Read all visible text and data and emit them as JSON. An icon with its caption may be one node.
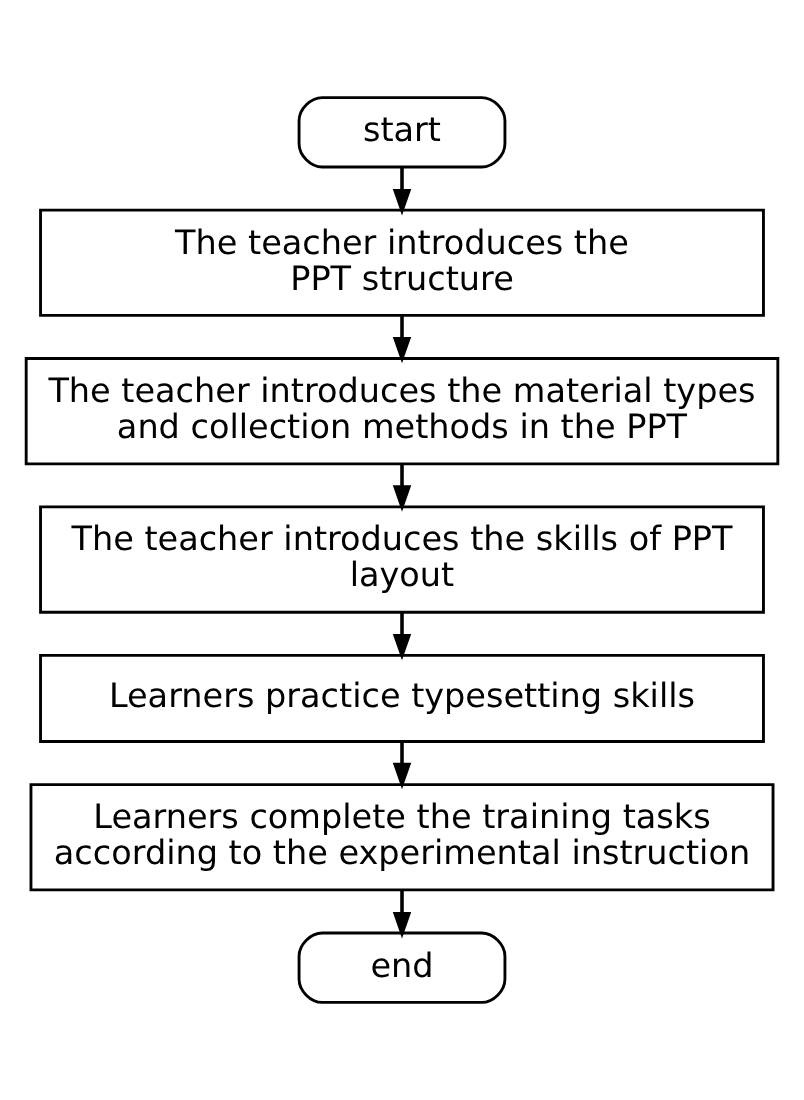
{
  "diagram": {
    "nodes": [
      {
        "text": [
          "start"
        ]
      },
      {
        "text": [
          "The teacher introduces the PPT structure"
        ]
      },
      {
        "text": [
          "The teacher introduces the material types and collection methods in the PPT"
        ]
      },
      {
        "text": [
          "The teacher introduces the skills of PPT layout"
        ]
      },
      {
        "text": [
          "Learners practice typesetting skills"
        ]
      },
      {
        "text": [
          "Learners complete the training tasks according to the experimental instruction"
        ]
      },
      {
        "text": [
          "end"
        ]
      }
    ],
    "edges": [
      {
        "from": 0,
        "to": 1,
        "arrow": "to"
      },
      {
        "from": 1,
        "to": 2,
        "arrow": "to"
      },
      {
        "from": 2,
        "to": 3,
        "arrow": "to"
      },
      {
        "from": 3,
        "to": 4,
        "arrow": "to"
      },
      {
        "from": 4,
        "to": 5,
        "arrow": "to"
      },
      {
        "from": 5,
        "to": 6,
        "arrow": "to"
      }
    ]
  }
}
